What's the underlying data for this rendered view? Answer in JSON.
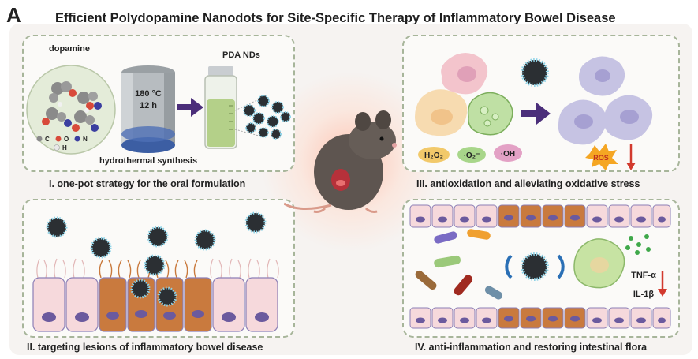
{
  "figure": {
    "panel_letter": "A",
    "title": "Efficient Polydopamine Nanodots for Site-Specific Therapy of Inflammatory Bowel Disease"
  },
  "panel_1": {
    "caption": "I. one-pot strategy for the oral formulation",
    "dopamine_label": "dopamine",
    "conditions_temp": "180 °C",
    "conditions_time": "12 h",
    "product_label": "PDA NDs",
    "process_label": "hydrothermal synthesis",
    "atom_legend": [
      "C",
      "O",
      "N",
      "H"
    ]
  },
  "panel_2": {
    "caption": "II. targeting lesions of inflammatory bowel disease"
  },
  "panel_3": {
    "caption": "III. antioxidation and alleviating oxidative stress",
    "species": [
      "H₂O₂",
      "·O₂⁻",
      "·OH"
    ],
    "ros_label": "ROS"
  },
  "panel_4": {
    "caption": "IV. anti-inflammation and restoring intestinal flora",
    "cytokines": [
      "TNF-α",
      "IL-1β"
    ]
  },
  "colors": {
    "box_border": "#a7b59a",
    "arrow": "#4b2e7a",
    "down_arrow": "#d23a2e",
    "normal_cell": "#f6d9dc",
    "inflamed_cell": "#c97a3e",
    "nucleus": "#6b5a9e",
    "nanodot": "#2b2f33"
  }
}
